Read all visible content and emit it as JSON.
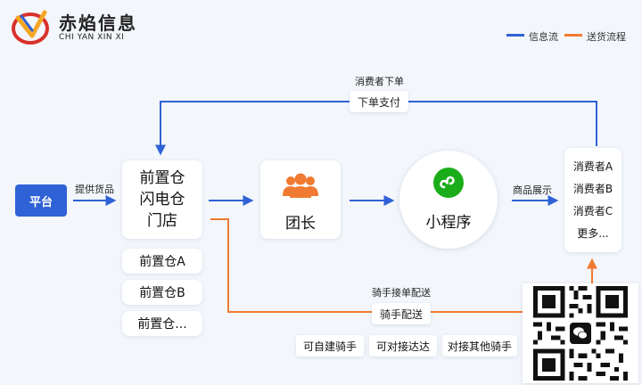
{
  "colors": {
    "info_flow": "#2f62d6",
    "delivery_flow": "#f07a32",
    "background": "#f3f6fb",
    "platform": "#2f62d6"
  },
  "logo": {
    "name": "赤焰信息",
    "sub": "CHI YAN XIN XI"
  },
  "legend": {
    "info_flow": "信息流",
    "delivery_flow": "送货流程"
  },
  "platform": {
    "label": "平台"
  },
  "edge_labels": {
    "provide_goods": "提供货品",
    "consumer_order_title": "消费者下单",
    "consumer_order_chip": "下单支付",
    "product_display": "商品展示",
    "rider_title": "骑手接单配送",
    "rider_chip": "骑手配送"
  },
  "warehouse": {
    "lines": [
      "前置仓",
      "闪电仓",
      "门店"
    ]
  },
  "warehouse_items": [
    "前置仓A",
    "前置仓B",
    "前置仓..."
  ],
  "leader": {
    "label": "团长",
    "icon": "group-users-icon"
  },
  "miniprogram": {
    "label": "小程序",
    "icon": "miniprogram-icon"
  },
  "consumers": [
    "消费者A",
    "消费者B",
    "消费者C",
    "更多..."
  ],
  "rider_options": [
    "可自建骑手",
    "可对接达达",
    "对接其他骑手"
  ],
  "qr": {
    "icon": "wechat-icon"
  }
}
